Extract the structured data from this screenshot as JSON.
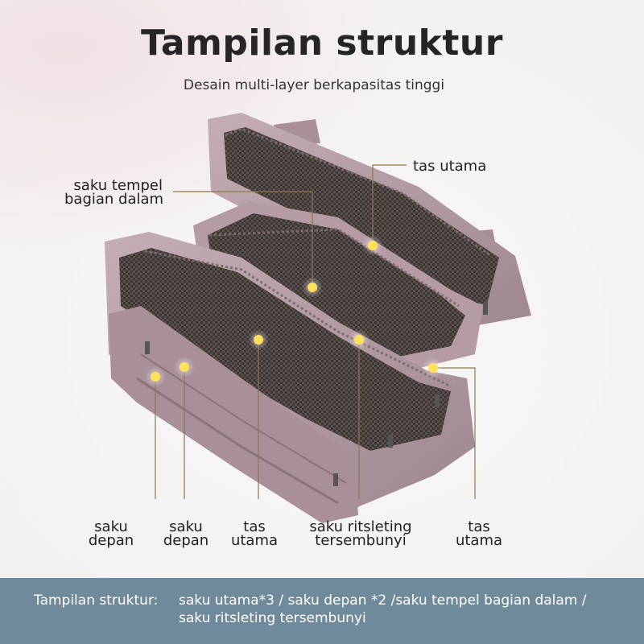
{
  "header": {
    "title": "Tampilan struktur",
    "subtitle": "Desain multi-layer berkapasitas tinggi"
  },
  "callouts": {
    "main_top": "tas utama",
    "inner_pocket_line1": "saku tempel",
    "inner_pocket_line2": "bagian dalam",
    "front1_line1": "saku",
    "front1_line2": "depan",
    "front2_line1": "saku",
    "front2_line2": "depan",
    "main_a_line1": "tas",
    "main_a_line2": "utama",
    "zip_line1": "saku ritsleting",
    "zip_line2": "tersembunyi",
    "main_b_line1": "tas",
    "main_b_line2": "utama"
  },
  "footer": {
    "label": "Tampilan struktur:",
    "line1": "saku utama*3 / saku depan *2 /saku tempel bagian dalam /",
    "line2": "saku ritsleting tersembunyi"
  },
  "colors": {
    "accent_dot": "#ffe15a",
    "leader_line": "#8a7a4a",
    "bag_body": "#b79ea6",
    "footer_bg": "#6f8b9b"
  }
}
